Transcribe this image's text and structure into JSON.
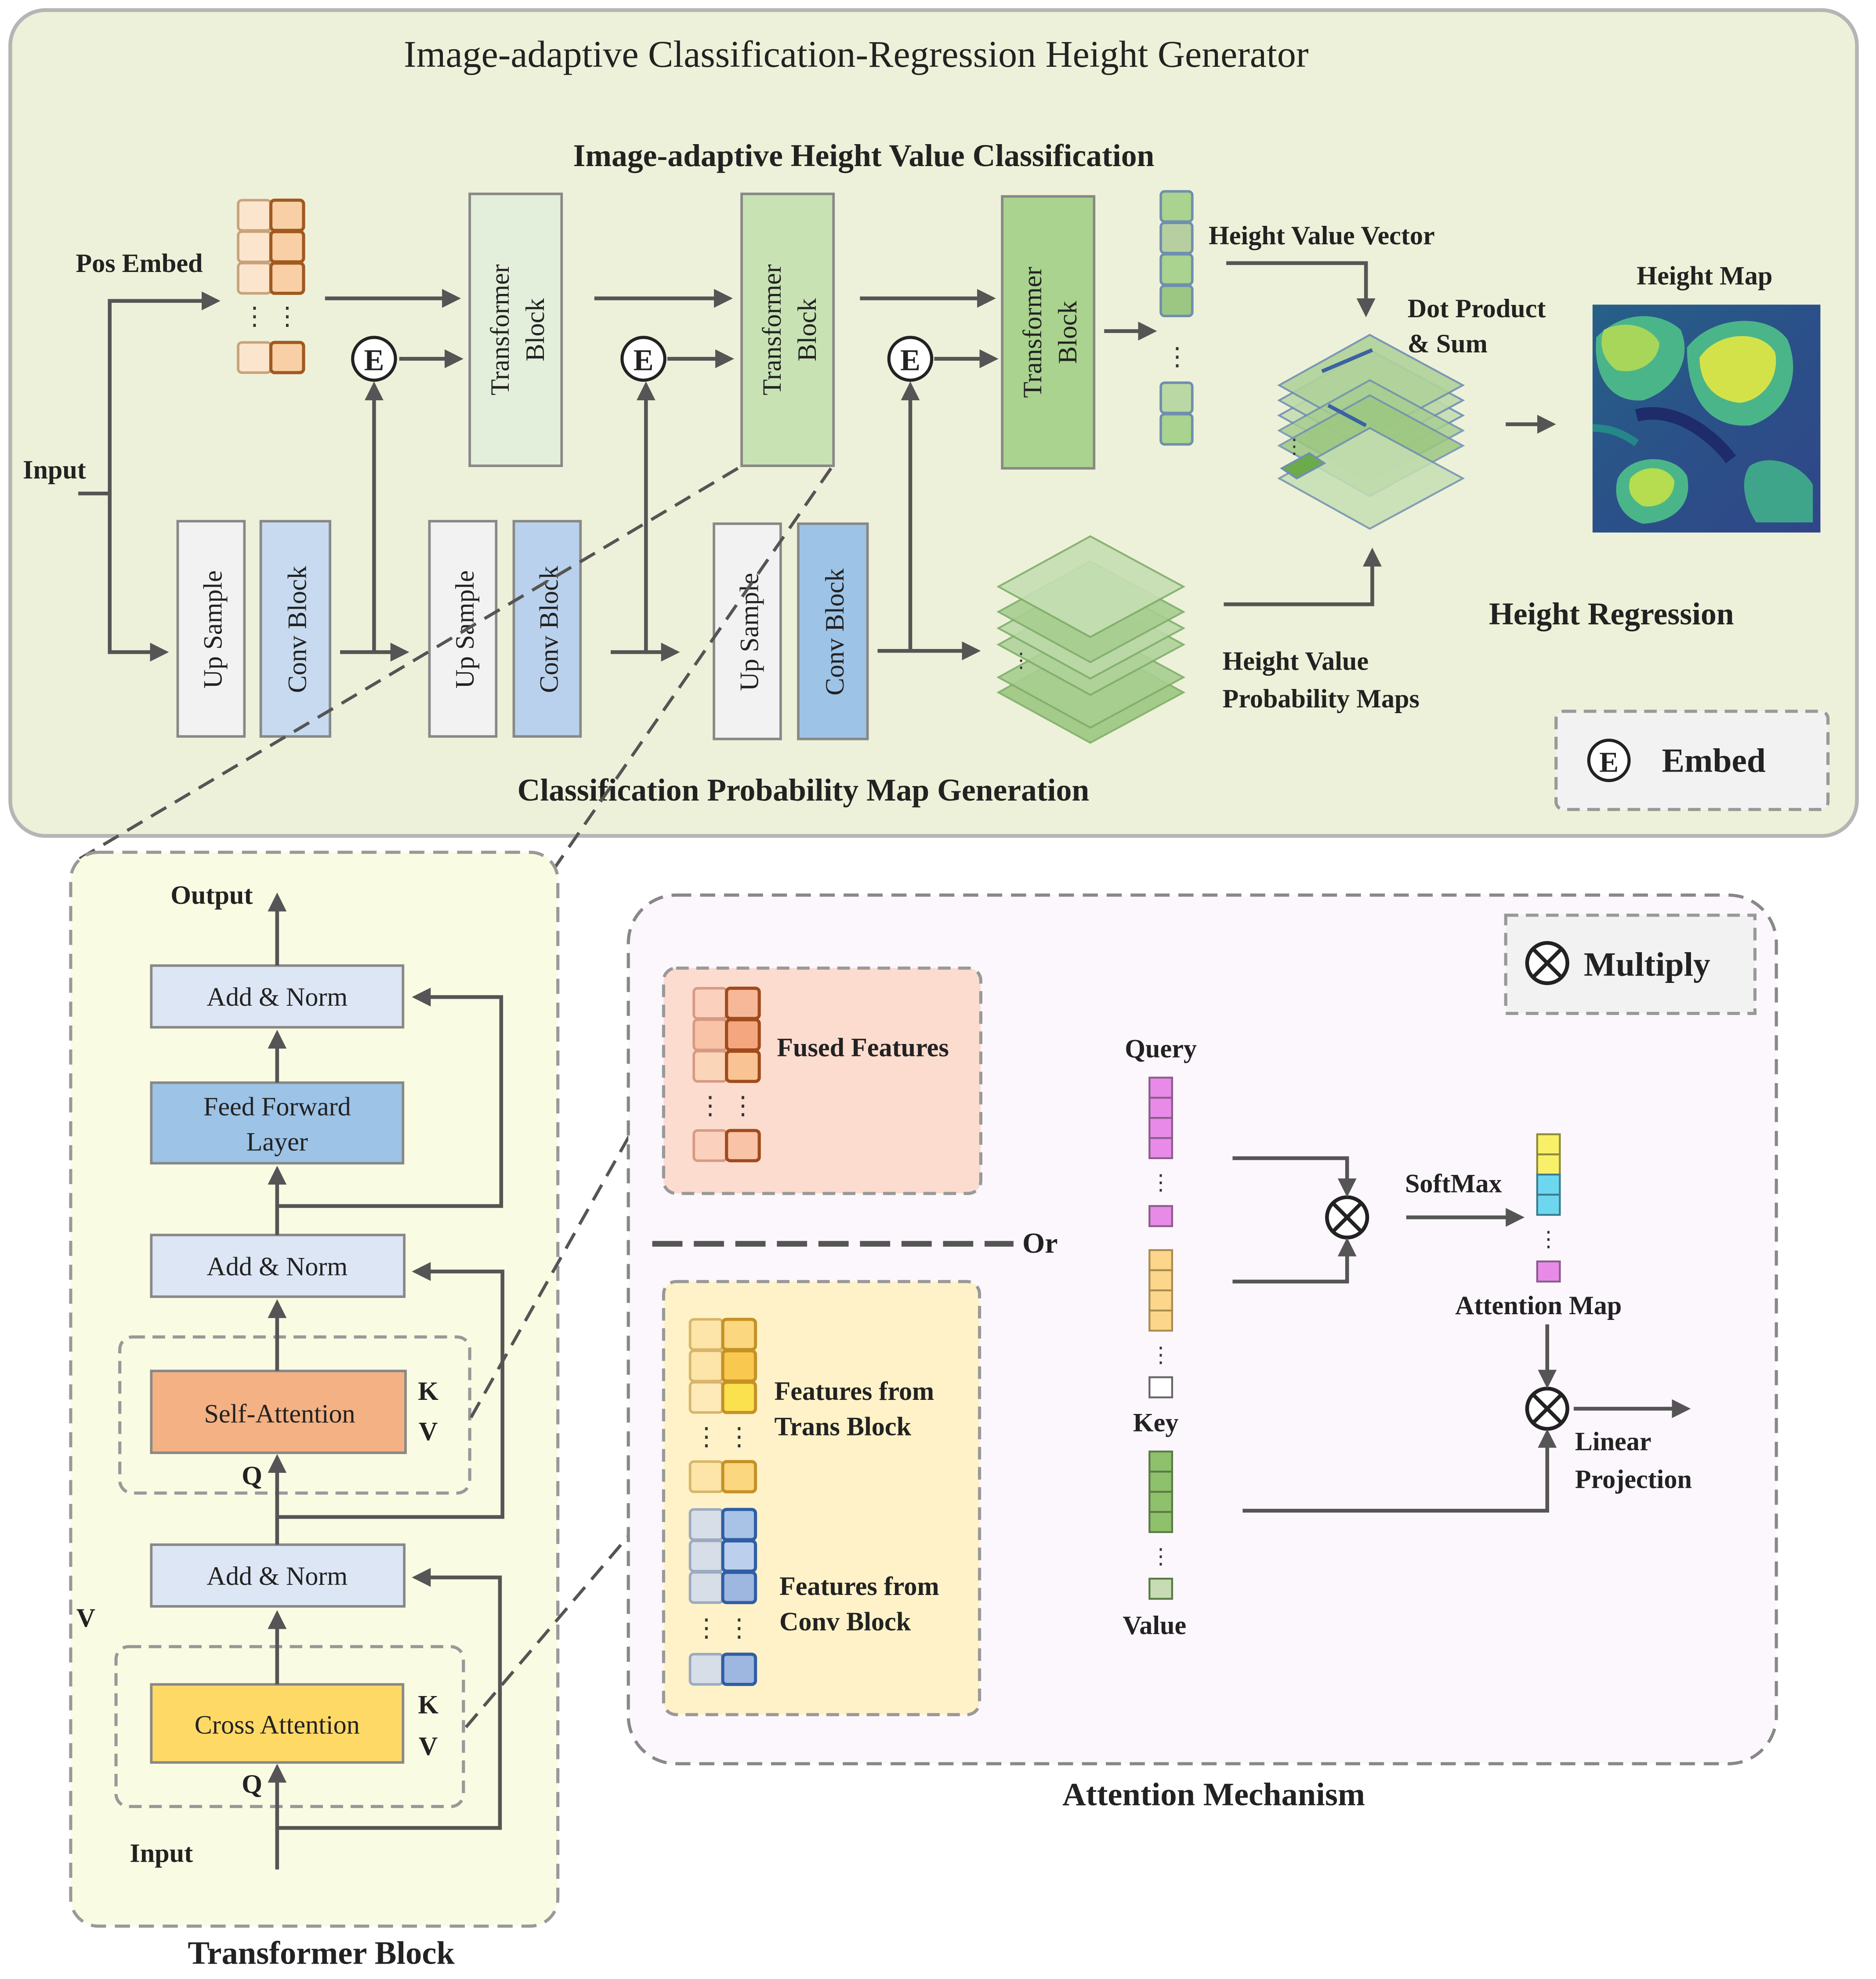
{
  "title": "Image-adaptive Classification-Regression Height Generator",
  "sections": {
    "classification": "Image-adaptive Height Value Classification",
    "prob_map_generation": "Classification Probability Map Generation",
    "height_regression": "Height Regression",
    "attention_mechanism": "Attention Mechanism",
    "transformer_block": "Transformer Block"
  },
  "top": {
    "input": "Input",
    "pos_embed": "Pos Embed",
    "transformer_block": [
      "Transformer",
      "Block"
    ],
    "up_sample": "Up Sample",
    "conv_block": "Conv Block",
    "embed_symbol": "E",
    "height_value_vector": "Height Value Vector",
    "dot_product": [
      "Dot Product",
      "& Sum"
    ],
    "height_map": "Height Map",
    "prob_maps": [
      "Height Value",
      "Probability Maps"
    ]
  },
  "legend": {
    "embed_symbol": "E",
    "embed": "Embed",
    "multiply": "Multiply"
  },
  "transformer_detail": {
    "output": "Output",
    "input": "Input",
    "add_norm": "Add & Norm",
    "feed_forward": [
      "Feed Forward",
      "Layer"
    ],
    "self_attention": "Self-Attention",
    "cross_attention": "Cross Attention",
    "k": "K",
    "v": "V",
    "q": "Q"
  },
  "attention_detail": {
    "fused_features": "Fused Features",
    "or": "Or",
    "trans_features": [
      "Features from",
      "Trans Block"
    ],
    "conv_features": [
      "Features from",
      "Conv Block"
    ],
    "query": "Query",
    "key": "Key",
    "value": "Value",
    "softmax": "SoftMax",
    "attention_map": "Attention Map",
    "linear_projection": [
      "Linear",
      "Projection"
    ]
  },
  "colors": {
    "top_panel_bg": "#eef1d9",
    "bottom_left_bg": "#fafbe3",
    "attention_bg": "#fcf7fc",
    "transformer_1": "#e3eedb",
    "transformer_2": "#c8e2b4",
    "transformer_3": "#a9d38e",
    "upsample": "#f2f2f2",
    "conv": "#c7daf0",
    "conv_dark": "#9dc3e6",
    "add_norm": "#dde6f4",
    "feed_forward": "#9dc3e6",
    "self_attention": "#f4b183",
    "cross_attention": "#ffd966",
    "fused_bg": "#fbdccf",
    "trans_conv_bg": "#fff2c8"
  }
}
